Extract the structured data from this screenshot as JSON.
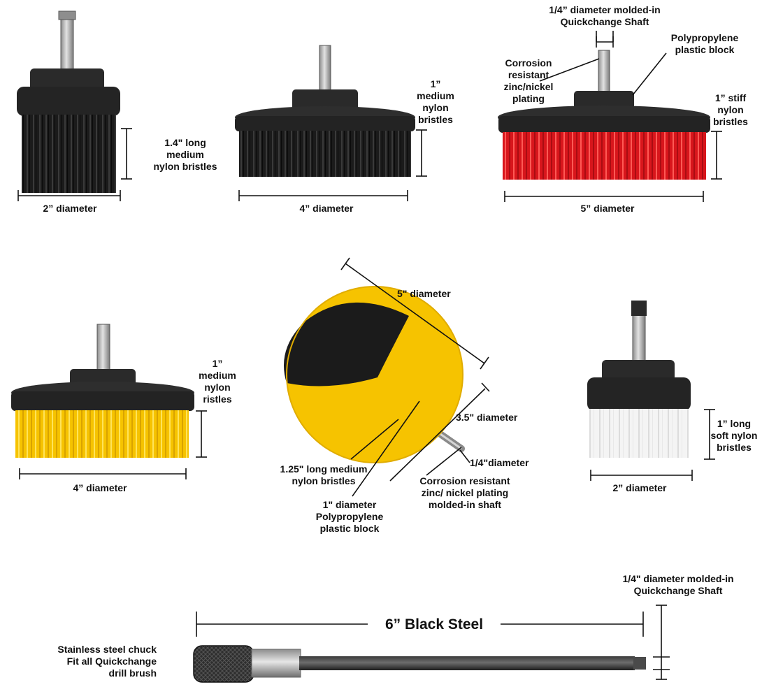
{
  "colors": {
    "background": "#ffffff",
    "black_bristles": "#1b1b1b",
    "red_bristles": "#d8161c",
    "yellow_bristles": "#f6c300",
    "white_bristles": "#f2f2f2",
    "plastic_block": "#2a2a2a",
    "steel_shaft": "#a9a9a9",
    "dimension_line": "#111111"
  },
  "brushes": [
    {
      "id": "brush-2in-black",
      "bristle_color": "black",
      "bristle_label": [
        "1.4\" long",
        "medium",
        "nylon bristles"
      ],
      "diameter_label": "2” diameter"
    },
    {
      "id": "brush-4in-black",
      "bristle_color": "black",
      "bristle_label": [
        "1”",
        "medium",
        "nylon",
        "bristles"
      ],
      "diameter_label": "4” diameter"
    },
    {
      "id": "brush-5in-red",
      "bristle_color": "red",
      "bristle_label": [
        "1” stiff",
        "nylon",
        "bristles"
      ],
      "diameter_label": "5” diameter",
      "shaft_label": [
        "1/4” diameter molded-in",
        "Quickchange Shaft"
      ],
      "block_label": [
        "Polypropylene",
        "plastic block"
      ],
      "plating_label": [
        "Corrosion",
        "resistant",
        "zinc/nickel",
        "plating"
      ]
    },
    {
      "id": "brush-4in-yellow",
      "bristle_color": "yellow",
      "bristle_label": [
        "1”",
        "medium",
        "nylon",
        "ristles"
      ],
      "diameter_label": "4” diameter"
    },
    {
      "id": "brush-ball-black-yellow",
      "bristle_color": "black/yellow",
      "diameter_label": "5\" diameter",
      "inner_diameter_label": "3.5\" diameter",
      "shaft_diameter_label": "1/4\"diameter",
      "bristle_label": [
        "1.25\" long medium",
        "nylon bristles"
      ],
      "block_label": [
        "1\" diameter",
        "Polypropylene",
        "plastic block"
      ],
      "shaft_label": [
        "Corrosion resistant",
        "zinc/ nickel plating",
        "molded-in shaft"
      ]
    },
    {
      "id": "brush-2in-white",
      "bristle_color": "white",
      "bristle_label": [
        "1” long",
        "soft nylon",
        "bristles"
      ],
      "diameter_label": "2” diameter"
    }
  ],
  "extension": {
    "length_label": "6” Black Steel",
    "shaft_label": [
      "1/4\" diameter molded-in",
      "Quickchange Shaft"
    ],
    "chuck_label": [
      "Stainless steel chuck",
      "Fit all Quickchange",
      "drill brush"
    ]
  }
}
